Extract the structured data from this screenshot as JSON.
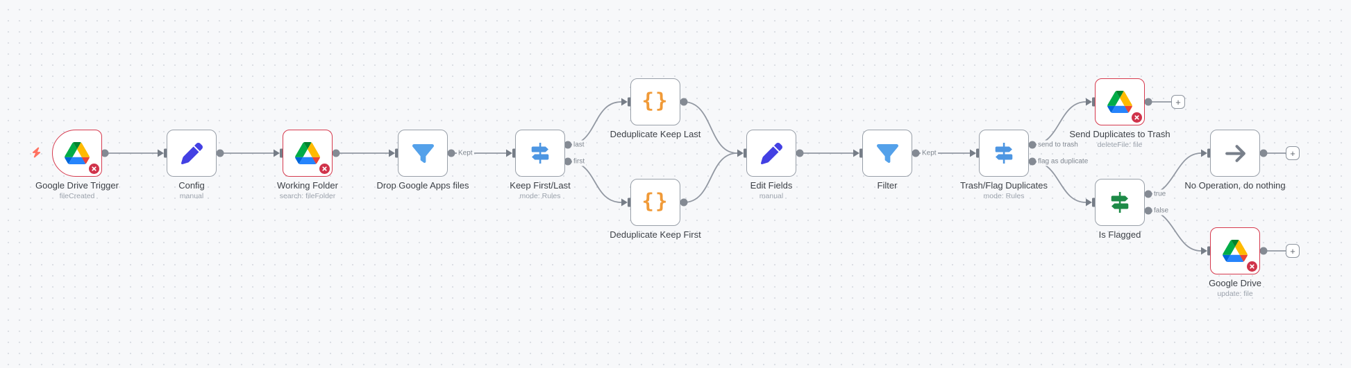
{
  "app": "workflow-canvas",
  "canvas": {
    "background_color": "#f7f8fa",
    "grid_dot_color": "#dcdfe4",
    "node_border_color": "#989fa8",
    "error_border_color": "#d6394d",
    "connection_color": "#9298a2",
    "endpoint_color": "#848a93",
    "plus_glyph": "+",
    "braces_glyph": "{}"
  },
  "nodes": [
    {
      "name": "Google Drive Trigger",
      "subtitle": "fileCreated",
      "icon": "google-drive-icon",
      "error": true,
      "trigger": true
    },
    {
      "name": "Config",
      "subtitle": "manual",
      "icon": "pencil-icon",
      "error": false
    },
    {
      "name": "Working Folder",
      "subtitle": "search: fileFolder",
      "icon": "google-drive-icon",
      "error": true
    },
    {
      "name": "Drop Google Apps files",
      "subtitle": "",
      "icon": "funnel-icon",
      "error": false
    },
    {
      "name": "Keep First/Last",
      "subtitle": "mode: Rules",
      "icon": "signpost-icon",
      "error": false
    },
    {
      "name": "Deduplicate Keep Last",
      "subtitle": "",
      "icon": "braces-icon",
      "error": false
    },
    {
      "name": "Deduplicate Keep First",
      "subtitle": "",
      "icon": "braces-icon",
      "error": false
    },
    {
      "name": "Edit Fields",
      "subtitle": "manual",
      "icon": "pencil-icon",
      "error": false
    },
    {
      "name": "Filter",
      "subtitle": "",
      "icon": "funnel-icon",
      "error": false
    },
    {
      "name": "Trash/Flag Duplicates",
      "subtitle": "mode: Rules",
      "icon": "signpost-icon",
      "error": false
    },
    {
      "name": "Send Duplicates to Trash",
      "subtitle": "deleteFile: file",
      "icon": "google-drive-icon",
      "error": true
    },
    {
      "name": "Is Flagged",
      "subtitle": "",
      "icon": "signpost-green-icon",
      "error": false
    },
    {
      "name": "No Operation, do nothing",
      "subtitle": "",
      "icon": "arrow-right-icon",
      "error": false
    },
    {
      "name": "Google Drive",
      "subtitle": "update: file",
      "icon": "google-drive-icon",
      "error": true
    }
  ],
  "connections": {
    "labels": [
      "Kept",
      "last",
      "first",
      "Kept",
      "send to trash",
      "flag as duplicate",
      "true",
      "false"
    ]
  }
}
